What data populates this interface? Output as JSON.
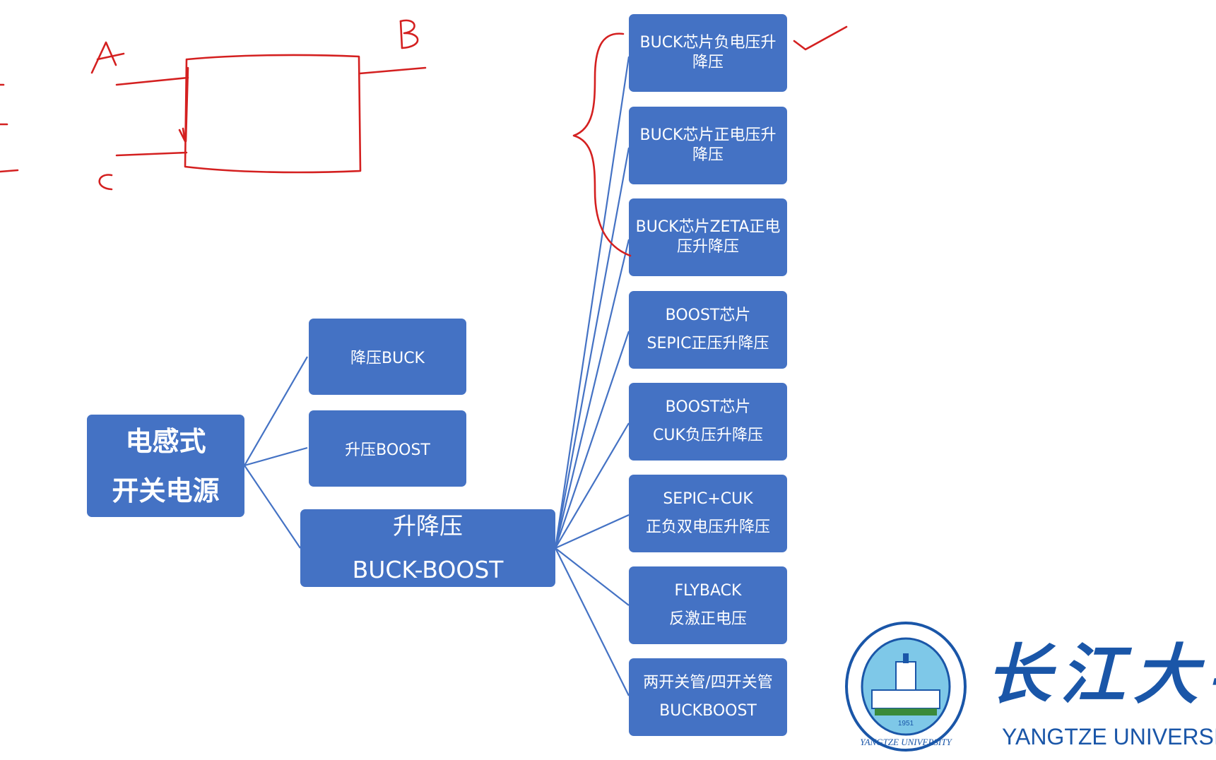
{
  "diagram": {
    "root": {
      "lines": [
        "电感式",
        "开关电源"
      ]
    },
    "level1": [
      {
        "label": "降压BUCK"
      },
      {
        "label": "升压BOOST"
      },
      {
        "lines": [
          "升降压",
          "BUCK-BOOST"
        ]
      }
    ],
    "level2": [
      {
        "lines": [
          "BUCK芯片负电压升",
          "降压"
        ]
      },
      {
        "lines": [
          "BUCK芯片正电压升",
          "降压"
        ]
      },
      {
        "lines": [
          "BUCK芯片ZETA正电",
          "压升降压"
        ]
      },
      {
        "lines": [
          "BOOST芯片",
          "SEPIC正压升降压"
        ]
      },
      {
        "lines": [
          "BOOST芯片",
          "CUK负压升降压"
        ]
      },
      {
        "lines": [
          "SEPIC+CUK",
          "正负双电压升降压"
        ]
      },
      {
        "lines": [
          "FLYBACK",
          "反激正电压"
        ]
      },
      {
        "lines": [
          "两开关管/四开关管",
          "BUCKBOOST"
        ]
      }
    ],
    "connector_color": "#4472C4",
    "node_color": "#4472C4"
  },
  "annotations": {
    "ink_color": "#D42020",
    "labels": {
      "a": "A",
      "b": "B",
      "c": "C"
    }
  },
  "logo": {
    "chinese_name": "长江大学",
    "english_name": "YANGTZE UNIVERSITY",
    "seal_year": "1951",
    "seal_text": "YANGTZE UNIVERSITY",
    "color": "#1a56a8"
  }
}
